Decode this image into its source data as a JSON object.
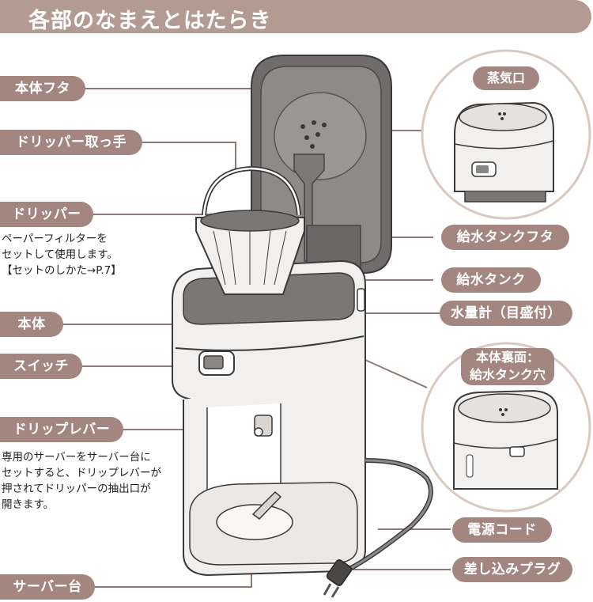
{
  "title": "各部のなまえとはたらき",
  "labels": {
    "lid": "本体フタ",
    "dripper_handle": "ドリッパー取っ手",
    "dripper": "ドリッパー",
    "dripper_note": "ペーパーフィルターを\nセットして使用します。\n【セットのしかた→P.7】",
    "body": "本体",
    "switch": "スイッチ",
    "drip_lever": "ドリップレバー",
    "drip_lever_note": "専用のサーバーをサーバー台に\nセットすると、ドリップレバーが\n押されてドリッパーの抽出口が\n開きます。",
    "server_base": "サーバー台",
    "steam_vent": "蒸気口",
    "tank_lid": "給水タンクフタ",
    "tank": "給水タンク",
    "water_gauge": "水量計（目盛付）",
    "back_hole": "本体裏面：\n給水タンク穴",
    "power_cord": "電源コード",
    "plug": "差し込みプラグ"
  },
  "colors": {
    "banner": "#b39b93",
    "label": "#a38680",
    "line": "#8c7a74",
    "machine_fill": "#f2f0ee",
    "interior": "#7a7776",
    "outline": "#3a3a3a"
  }
}
